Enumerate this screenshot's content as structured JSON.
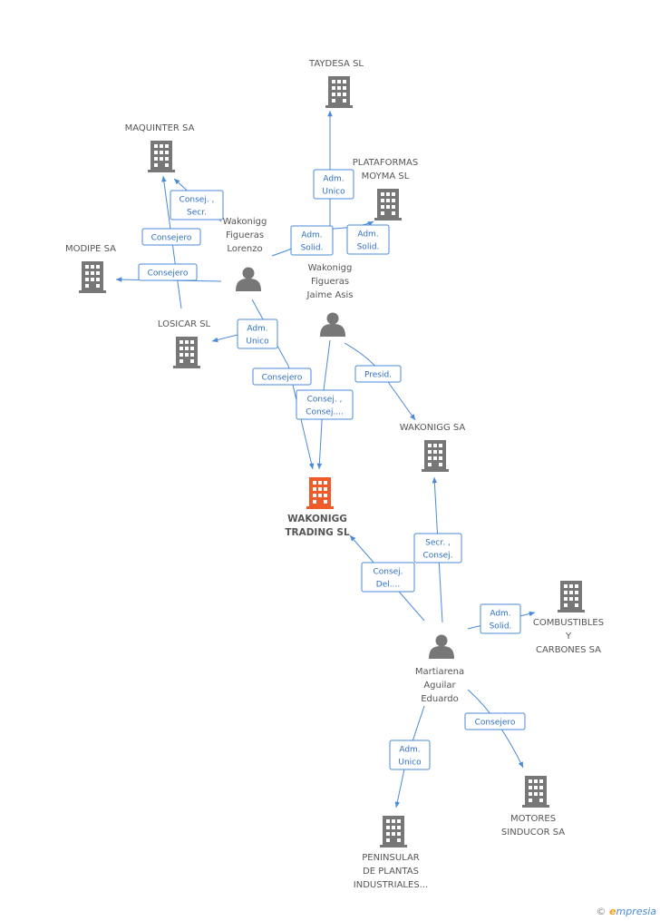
{
  "colors": {
    "edge": "#4a8ad8",
    "building": "#777777",
    "building_main": "#f05a28",
    "person": "#777777",
    "label": "#555555"
  },
  "companies": [
    {
      "id": "taydesa",
      "lines": [
        "TAYDESA SL"
      ]
    },
    {
      "id": "maquinter",
      "lines": [
        "MAQUINTER SA"
      ]
    },
    {
      "id": "plataformas",
      "lines": [
        "PLATAFORMAS",
        "MOYMA SL"
      ]
    },
    {
      "id": "modipe",
      "lines": [
        "MODIPE SA"
      ]
    },
    {
      "id": "losicar",
      "lines": [
        "LOSICAR SL"
      ]
    },
    {
      "id": "wakonigg_sa",
      "lines": [
        "WAKONIGG SA"
      ]
    },
    {
      "id": "wakonigg_trading",
      "lines": [
        "WAKONIGG",
        "TRADING SL"
      ],
      "main": true
    },
    {
      "id": "combustibles",
      "lines": [
        "COMBUSTIBLES",
        "Y",
        "CARBONES SA"
      ]
    },
    {
      "id": "motores",
      "lines": [
        "MOTORES",
        "SINDUCOR SA"
      ]
    },
    {
      "id": "peninsular",
      "lines": [
        "PENINSULAR",
        "DE PLANTAS",
        "INDUSTRIALES..."
      ]
    }
  ],
  "persons": [
    {
      "id": "lorenzo",
      "lines": [
        "Wakonigg",
        "Figueras",
        "Lorenzo"
      ]
    },
    {
      "id": "jaime",
      "lines": [
        "Wakonigg",
        "Figueras",
        "Jaime Asis"
      ]
    },
    {
      "id": "eduardo",
      "lines": [
        "Martiarena",
        "Aguilar",
        "Eduardo"
      ]
    }
  ],
  "edges": [
    {
      "id": "e1",
      "lines": [
        "Adm.",
        "Unico"
      ]
    },
    {
      "id": "e2",
      "lines": [
        "Adm.",
        "Solid."
      ]
    },
    {
      "id": "e3",
      "lines": [
        "Adm.",
        "Solid."
      ]
    },
    {
      "id": "e4",
      "lines": [
        "Consej. ,",
        "Secr."
      ]
    },
    {
      "id": "e5",
      "lines": [
        "Consejero"
      ]
    },
    {
      "id": "e6",
      "lines": [
        "Consejero"
      ]
    },
    {
      "id": "e7",
      "lines": [
        "Adm.",
        "Unico"
      ]
    },
    {
      "id": "e8",
      "lines": [
        "Consejero"
      ]
    },
    {
      "id": "e9",
      "lines": [
        "Consej. ,",
        "Consej...."
      ]
    },
    {
      "id": "e10",
      "lines": [
        "Presid."
      ]
    },
    {
      "id": "e11",
      "lines": [
        "Secr. ,",
        "Consej."
      ]
    },
    {
      "id": "e12",
      "lines": [
        "Consej.",
        "Del...."
      ]
    },
    {
      "id": "e13",
      "lines": [
        "Adm.",
        "Solid."
      ]
    },
    {
      "id": "e14",
      "lines": [
        "Consejero"
      ]
    },
    {
      "id": "e15",
      "lines": [
        "Adm.",
        "Unico"
      ]
    }
  ],
  "brand": {
    "copyright": "©",
    "e": "e",
    "rest": "mpresia"
  }
}
